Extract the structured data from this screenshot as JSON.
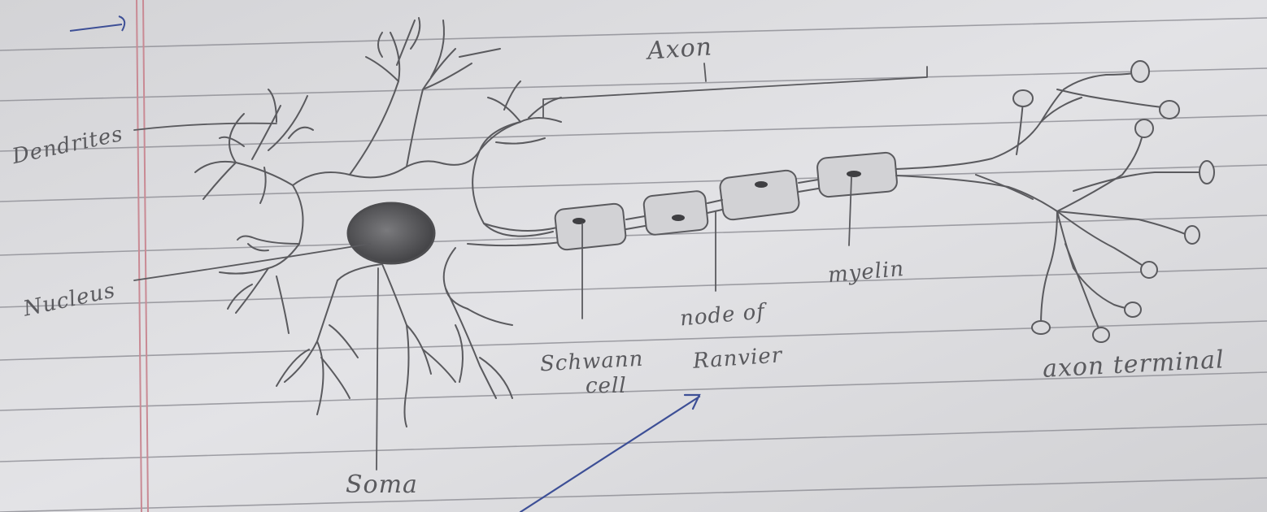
{
  "labels": {
    "axon": "Axon",
    "dendrites": "Dendrites",
    "nucleus": "Nucleus",
    "soma": "Soma",
    "schwann": "Schwann",
    "schwann_2": "cell",
    "node": "node of",
    "node_2": "Ranvier",
    "myelin": "myelin",
    "axon_terminal": "axon terminal"
  },
  "colors": {
    "paper": "#dfdfe2",
    "rule_line": "#8c8c93",
    "margin_line": "#c98a94",
    "pencil": "#5a5a5e",
    "pen_ink": "#3d4f96",
    "nucleus_fill": "#4d4d50"
  }
}
